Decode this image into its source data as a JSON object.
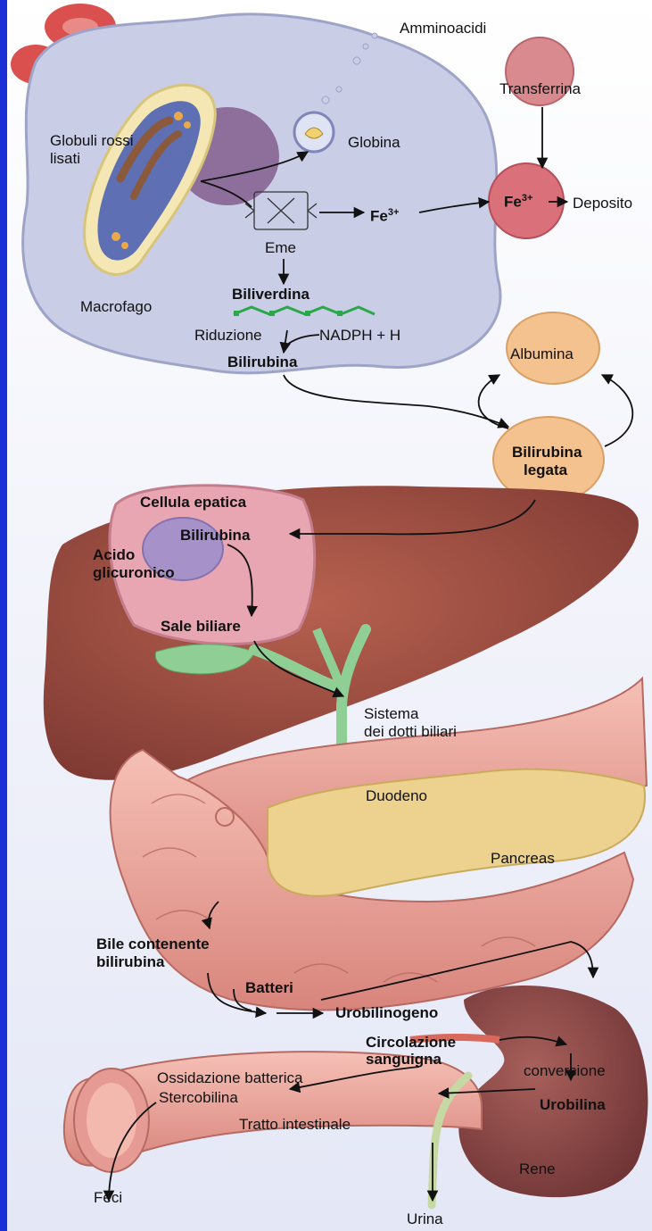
{
  "labels": {
    "amminoacidi": "Amminoacidi",
    "transferrina": "Transferrina",
    "globuli_line1": "Globuli rossi",
    "globuli_line2": "lisati",
    "globina": "Globina",
    "fe": "Fe",
    "fe_sup": "3+",
    "fe_dep": "Fe",
    "fe_dep_sup": "3+",
    "deposito": "Deposito",
    "eme": "Eme",
    "macrofago": "Macrofago",
    "biliverdina": "Biliverdina",
    "riduzione": "Riduzione",
    "nadph": "NADPH + H",
    "bilirubina_macro": "Bilirubina",
    "albumina": "Albumina",
    "bilirubina_legata_1": "Bilirubina",
    "bilirubina_legata_2": "legata",
    "cellula_epatica": "Cellula epatica",
    "bilirubina_liver": "Bilirubina",
    "acido_1": "Acido",
    "acido_2": "glicuronico",
    "sale_biliare": "Sale biliare",
    "sistema_1": "Sistema",
    "sistema_2": "dei dotti biliari",
    "duodeno": "Duodeno",
    "pancreas": "Pancreas",
    "bile_1": "Bile contenente",
    "bile_2": "bilirubina",
    "batteri": "Batteri",
    "urobilinogeno": "Urobilinogeno",
    "circolazione_1": "Circolazione",
    "circolazione_2": "sanguigna",
    "conversione": "conversione",
    "ossidazione": "Ossidazione batterica",
    "stercobilina": "Stercobilina",
    "urobilina": "Urobilina",
    "tratto": "Tratto intestinale",
    "rene": "Rene",
    "feci": "Feci",
    "urina": "Urina"
  },
  "colors": {
    "left_bar": "#1b2fd6",
    "macrophage": "#c9cde6",
    "red_cell": "#d9504e",
    "liver": "#9a4a3f",
    "hepatocyte": "#e7a6b2",
    "bile_duct": "#8fcf95",
    "intestine": "#e59b93",
    "pancreas": "#ecd28e",
    "kidney": "#8d4a4a",
    "ureter": "#c7d9a3",
    "albumin": "#f3c28e",
    "transferrin": "#d98a8f"
  }
}
